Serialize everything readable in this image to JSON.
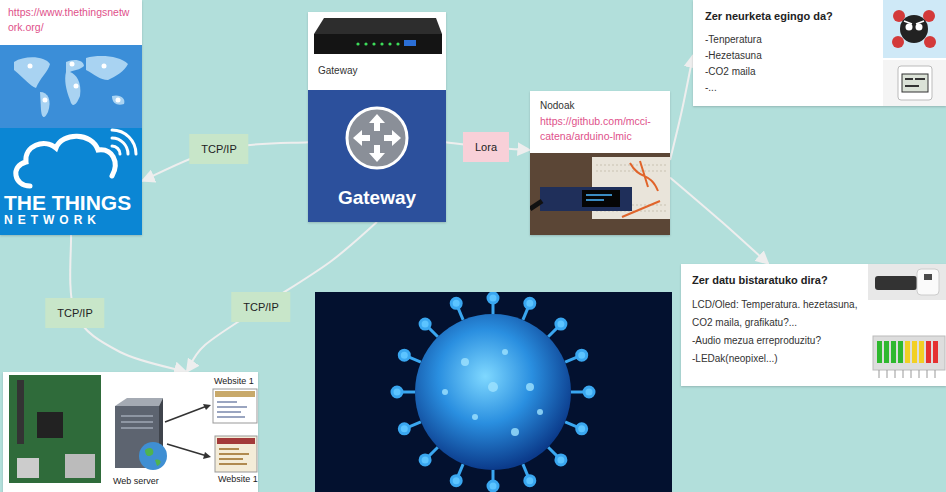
{
  "diagram": {
    "nodes": [
      {
        "text": [
          "https://www.thethingsnetwork.org/",
          "THE THINGS NETWORK"
        ]
      },
      {
        "text": [
          "Gateway",
          "Gateway"
        ]
      },
      {
        "text": [
          "Zer neurketa egingo da?",
          "-Tenperatura",
          "-Hezetasuna",
          "-CO2 maila",
          "-..."
        ]
      },
      {
        "text": [
          "Nodoak",
          "https://github.com/mcci-catena/arduino-lmic"
        ]
      },
      {
        "text": [
          "Zer datu bistaratuko dira?",
          "LCD/Oled: Temperatura. hezetasuna, CO2 maila, grafikatu?...",
          "-Audio mezua erreproduzitu?",
          "-LEDak(neopixel...)"
        ]
      },
      {
        "text": [
          "Website 1",
          "Web server",
          "Website 1"
        ]
      }
    ],
    "edges": [
      {
        "from": 1,
        "to": 0,
        "label": "TCP/IP",
        "arrow": "to"
      },
      {
        "from": 1,
        "to": 3,
        "label": "Lora",
        "arrow": "to"
      },
      {
        "from": 3,
        "to": 2,
        "arrow": "to"
      },
      {
        "from": 3,
        "to": 4,
        "arrow": "to"
      },
      {
        "from": 0,
        "to": 5,
        "label": "TCP/IP",
        "arrow": "to"
      },
      {
        "from": 1,
        "to": 5,
        "label": "TCP/IP",
        "arrow": "to"
      }
    ]
  }
}
